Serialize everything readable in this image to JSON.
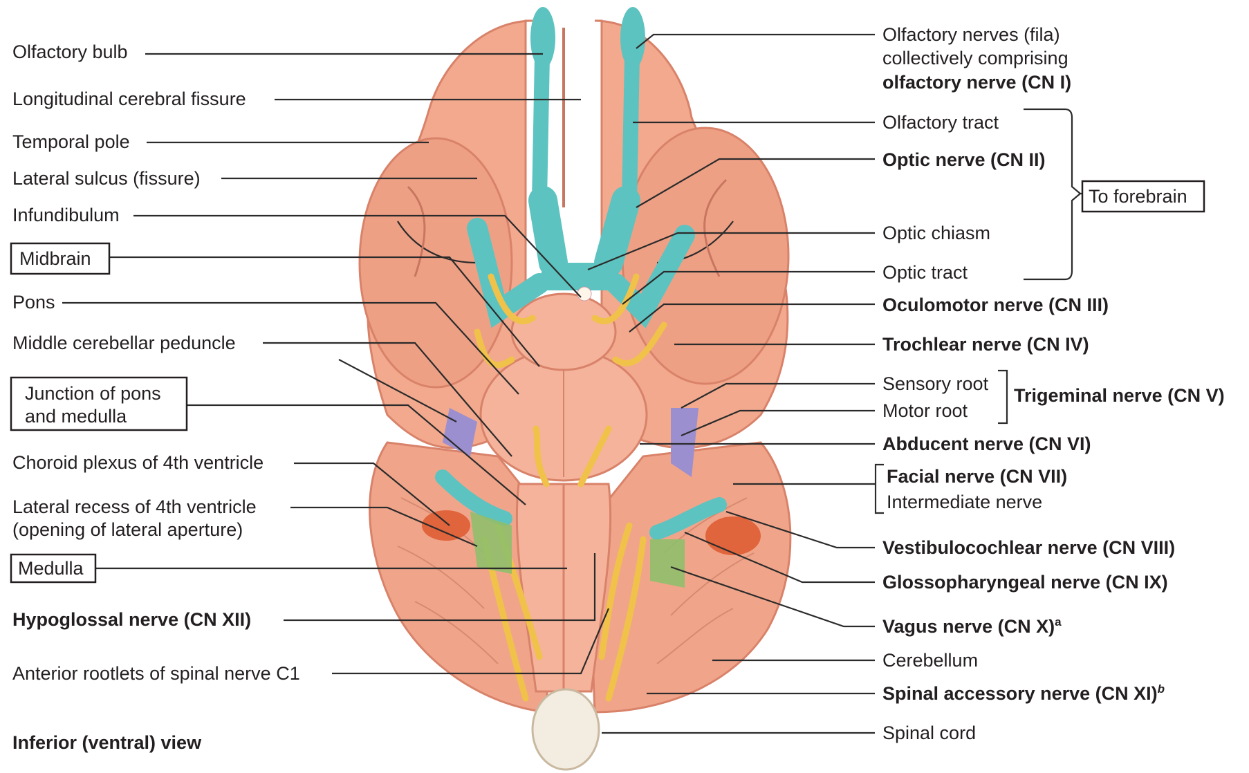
{
  "view_caption": "Inferior (ventral) view",
  "left_labels": {
    "olfactory_bulb": "Olfactory bulb",
    "longitudinal_fissure": "Longitudinal cerebral fissure",
    "temporal_pole": "Temporal pole",
    "lateral_sulcus": "Lateral sulcus (fissure)",
    "infundibulum": "Infundibulum",
    "midbrain": "Midbrain",
    "pons": "Pons",
    "middle_cerebellar_peduncle": "Middle cerebellar peduncle",
    "junction_line1": "Junction of pons",
    "junction_line2": "and medulla",
    "choroid_plexus": "Choroid plexus of 4th ventricle",
    "lateral_recess_line1": "Lateral recess of 4th ventricle",
    "lateral_recess_line2": "(opening of lateral aperture)",
    "medulla": "Medulla",
    "hypoglossal": "Hypoglossal nerve (CN XII)",
    "anterior_rootlets": "Anterior rootlets of spinal nerve C1"
  },
  "right_labels": {
    "olfactory_nerves_line1": "Olfactory nerves (fila)",
    "olfactory_nerves_line2": "collectively comprising",
    "olfactory_nerves_line3": "olfactory nerve (CN I)",
    "olfactory_tract": "Olfactory tract",
    "optic_nerve": "Optic nerve (CN II)",
    "to_forebrain": "To forebrain",
    "optic_chiasm": "Optic chiasm",
    "optic_tract": "Optic tract",
    "oculomotor": "Oculomotor nerve (CN III)",
    "trochlear": "Trochlear nerve (CN IV)",
    "sensory_root": "Sensory root",
    "motor_root": "Motor root",
    "trigeminal": "Trigeminal nerve (CN V)",
    "abducent": "Abducent nerve (CN VI)",
    "facial": "Facial nerve (CN VII)",
    "intermediate": "Intermediate nerve",
    "vestibulocochlear": "Vestibulocochlear nerve (CN VIII)",
    "glossopharyngeal": "Glossopharyngeal nerve (CN IX)",
    "vagus": "Vagus nerve (CN X)",
    "vagus_sup": "a",
    "cerebellum": "Cerebellum",
    "spinal_accessory": "Spinal accessory nerve (CN XI)",
    "spinal_accessory_sup": "b",
    "spinal_cord": "Spinal cord"
  },
  "colors": {
    "brain_tissue": "#f2a98e",
    "brain_shadow": "#d9826a",
    "optic_nerve_teal": "#5cc3c0",
    "cranial_nerve_yellow": "#f0c24a",
    "trigeminal_violet": "#9b8fcf",
    "rootlets_green": "#8fbf6a",
    "choroid_plexus_red": "#e0643c",
    "spinal_cord_cream": "#f3ece0",
    "label_text": "#231f20"
  }
}
